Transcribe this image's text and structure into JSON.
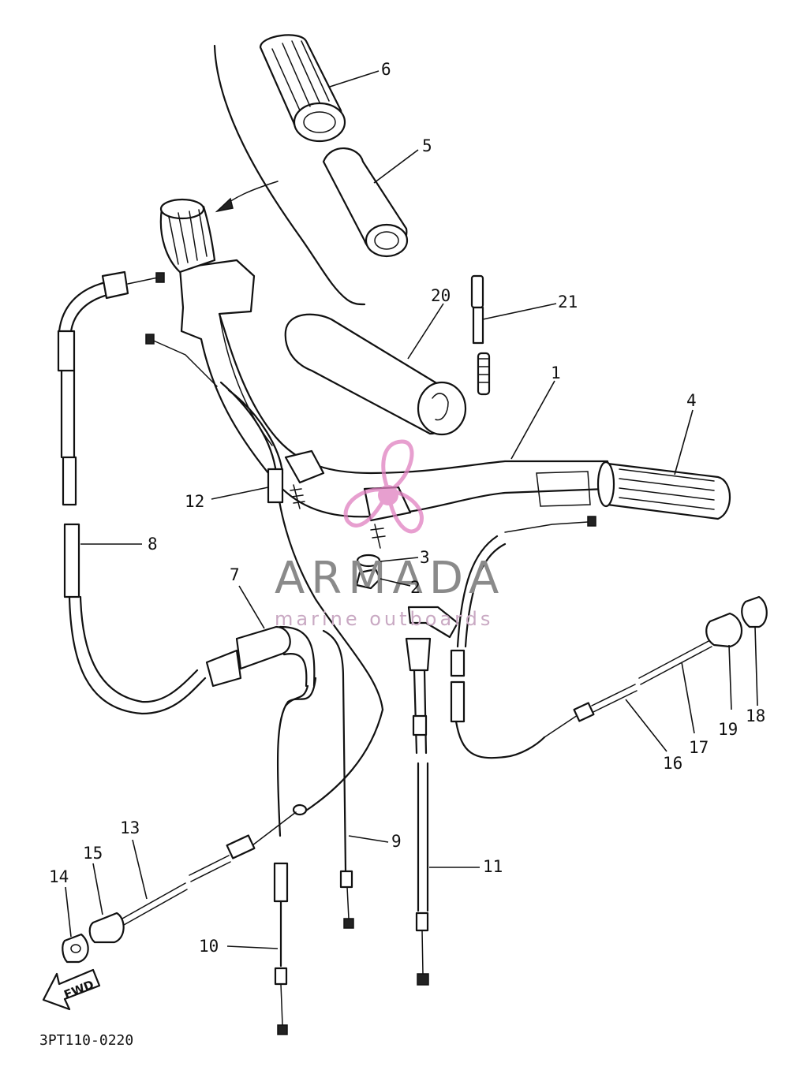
{
  "diagram_code": "3PT110-0220",
  "fwd_label": "FWD",
  "watermark": {
    "brand": "ARMADA",
    "tagline": "marine outboards",
    "color": "#e07fc0"
  },
  "callouts": [
    {
      "id": "c1",
      "label": "1"
    },
    {
      "id": "c2",
      "label": "2"
    },
    {
      "id": "c3",
      "label": "3"
    },
    {
      "id": "c4",
      "label": "4"
    },
    {
      "id": "c5",
      "label": "5"
    },
    {
      "id": "c6",
      "label": "6"
    },
    {
      "id": "c7",
      "label": "7"
    },
    {
      "id": "c8",
      "label": "8"
    },
    {
      "id": "c9",
      "label": "9"
    },
    {
      "id": "c10",
      "label": "10"
    },
    {
      "id": "c11",
      "label": "11"
    },
    {
      "id": "c12",
      "label": "12"
    },
    {
      "id": "c13",
      "label": "13"
    },
    {
      "id": "c14",
      "label": "14"
    },
    {
      "id": "c15",
      "label": "15"
    },
    {
      "id": "c16",
      "label": "16"
    },
    {
      "id": "c17",
      "label": "17"
    },
    {
      "id": "c18",
      "label": "18"
    },
    {
      "id": "c19",
      "label": "19"
    },
    {
      "id": "c20",
      "label": "20"
    },
    {
      "id": "c21",
      "label": "21"
    }
  ]
}
